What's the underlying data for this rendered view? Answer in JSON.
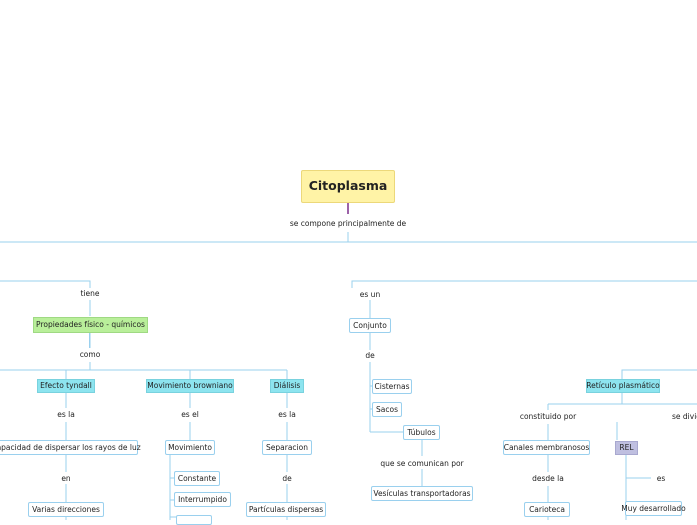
{
  "root": "Citoplasma",
  "link_root": "se compone principalmente de",
  "link_tiene": "tiene",
  "props": "Propiedades físico - químicos",
  "link_como": "como",
  "efecto": "Efecto tyndall",
  "movimiento_b": "Movimiento browniano",
  "dialisis": "Diálisis",
  "link_esla_1": "es la",
  "link_esel": "es el",
  "link_esla_2": "es la",
  "capacidad": "Capacidad de dispersar los rayos de luz",
  "movimiento": "Movimiento",
  "separacion": "Separacion",
  "link_en": "en",
  "link_de": "de",
  "constante": "Constante",
  "interrumpido": "Interrumpido",
  "varias": "Varias direcciones",
  "particulas": "Partículas dispersas",
  "link_esun": "es un",
  "conjunto": "Conjunto",
  "link_de2": "de",
  "cisternas": "Cisternas",
  "sacos": "Sacos",
  "tubulos": "Túbulos",
  "link_comunican": "que se comunican por",
  "vesiculas": "Vesículas transportadoras",
  "reticulo": "Retículo plasmático",
  "link_constituido": "constituido por",
  "link_sedivide": "se divide",
  "canales": "Canales membranosos",
  "link_desde": "desde la",
  "carioteca": "Carioteca",
  "rel": "REL",
  "link_es": "es",
  "muy": "Muy desarrollado"
}
